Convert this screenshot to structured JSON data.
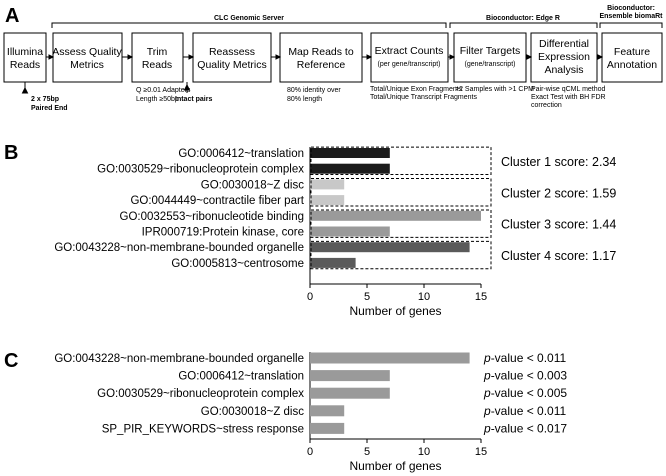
{
  "panels": {
    "a": "A",
    "b": "B",
    "c": "C"
  },
  "pipeline": {
    "groups": {
      "clc": "CLC Genomic Server",
      "edger": "Bioconductor: Edge R",
      "biomart_line1": "Bioconductor:",
      "biomart_line2": "Ensemble biomaRt"
    },
    "steps": [
      {
        "line1": "Illumina",
        "line2": "Reads"
      },
      {
        "line1": "Assess Quality",
        "line2": "Metrics"
      },
      {
        "line1": "Trim",
        "line2": "Reads"
      },
      {
        "line1": "Reassess",
        "line2": "Quality Metrics"
      },
      {
        "line1": "Map Reads to",
        "line2": "Reference"
      },
      {
        "line1": "Extract Counts",
        "line2": "(per gene/transcript)"
      },
      {
        "line1": "Filter Targets",
        "line2": "(gene/transcript)"
      },
      {
        "line1": "Differential",
        "line2": "Expression",
        "line3": "Analysis"
      },
      {
        "line1": "Feature",
        "line2": "Annotation"
      }
    ],
    "notes": {
      "paired_1": "2 x 75bp",
      "paired_2": "Paired End",
      "trim_1": "Q ≥0.01 Adapters",
      "trim_2": "Length ≥50bp",
      "intact": "Intact pairs",
      "map_1": "80% identity over",
      "map_2": "80% length",
      "extract_1": "Total/Unique Exon Fragments",
      "extract_2": "Total/Unique Transcript Fragments",
      "filter_1": ">2 Samples with >1 CPM",
      "de_1": "Pair-wise qCML method",
      "de_2": "Exact Test with BH FDR",
      "de_3": "correction"
    }
  },
  "chart_data": [
    {
      "type": "bar",
      "orientation": "horizontal",
      "categories": [
        "GO:0006412~translation",
        "GO:0030529~ribonucleoprotein complex",
        "GO:0030018~Z disc",
        "GO:0044449~contractile fiber part",
        "GO:0032553~ribonucleotide binding",
        "IPR000719:Protein kinase, core",
        "GO:0043228~non-membrane-bounded organelle",
        "GO:0005813~centrosome"
      ],
      "values": [
        7,
        7,
        3,
        3,
        15,
        7,
        14,
        4
      ],
      "bar_colors": [
        "#1c1c1c",
        "#1c1c1c",
        "#c8c8c8",
        "#c8c8c8",
        "#9a9a9a",
        "#9a9a9a",
        "#5a5a5a",
        "#5a5a5a"
      ],
      "clusters": [
        {
          "label": "Cluster 1 score: 2.34",
          "rows": [
            0,
            1
          ]
        },
        {
          "label": "Cluster 2 score: 1.59",
          "rows": [
            2,
            3
          ]
        },
        {
          "label": "Cluster 3 score: 1.44",
          "rows": [
            4,
            5
          ]
        },
        {
          "label": "Cluster 4 score: 1.17",
          "rows": [
            6,
            7
          ]
        }
      ],
      "xlabel": "Number of genes",
      "xlim": [
        0,
        15
      ],
      "xticks": [
        0,
        5,
        10,
        15
      ]
    },
    {
      "type": "bar",
      "orientation": "horizontal",
      "categories": [
        "GO:0043228~non-membrane-bounded organelle",
        "GO:0006412~translation",
        "GO:0030529~ribonucleoprotein complex",
        "GO:0030018~Z disc",
        "SP_PIR_KEYWORDS~stress response"
      ],
      "values": [
        14,
        7,
        7,
        3,
        3
      ],
      "bar_color": "#9a9a9a",
      "annotations": [
        {
          "prefix": "p",
          "text": "-value < 0.011"
        },
        {
          "prefix": "p",
          "text": "-value < 0.003"
        },
        {
          "prefix": "p",
          "text": "-value < 0.005"
        },
        {
          "prefix": "p",
          "text": "-value < 0.011"
        },
        {
          "prefix": "p",
          "text": "-value < 0.017"
        }
      ],
      "xlabel": "Number of genes",
      "xlim": [
        0,
        15
      ],
      "xticks": [
        0,
        5,
        10,
        15
      ]
    }
  ]
}
